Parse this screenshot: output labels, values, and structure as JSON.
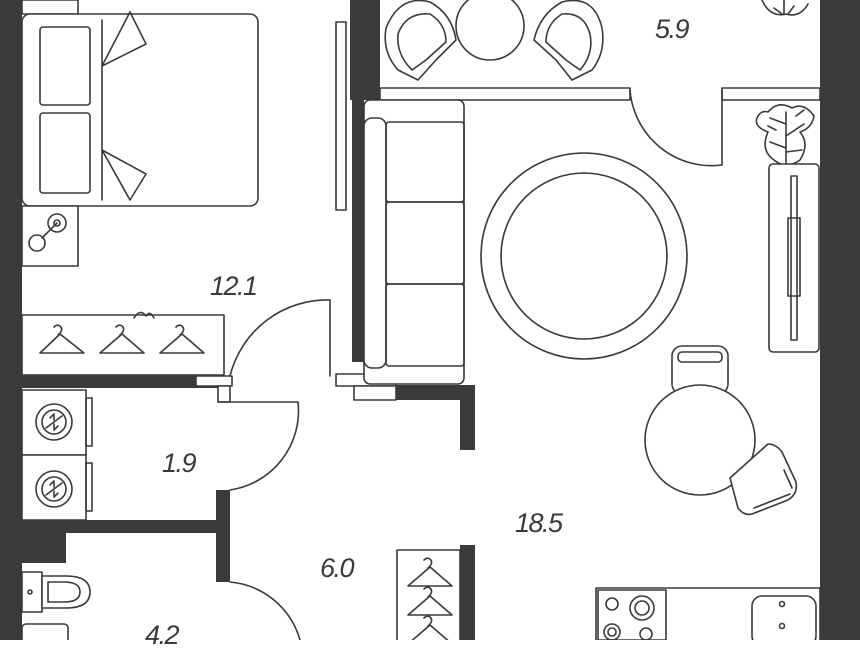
{
  "plan": {
    "wall_color": "#3a3a3a",
    "line_color": "#3a3a3a",
    "background": "#ffffff",
    "rooms": [
      {
        "key": "loggia",
        "area": "5.9"
      },
      {
        "key": "bedroom",
        "area": "12.1"
      },
      {
        "key": "laundry",
        "area": "1.9"
      },
      {
        "key": "living",
        "area": "18.5"
      },
      {
        "key": "hall",
        "area": "6.0"
      },
      {
        "key": "bathroom",
        "area": "4.2"
      }
    ],
    "icons": [
      "bed-icon",
      "plant-icon",
      "armchair-icon",
      "round-table-icon",
      "sofa-icon",
      "coffee-table-icon",
      "tv-stand-icon",
      "dining-table-icon",
      "chair-icon",
      "hanger-icon",
      "washing-machine-icon",
      "toilet-icon",
      "stove-icon",
      "sink-icon",
      "door-icon"
    ]
  }
}
